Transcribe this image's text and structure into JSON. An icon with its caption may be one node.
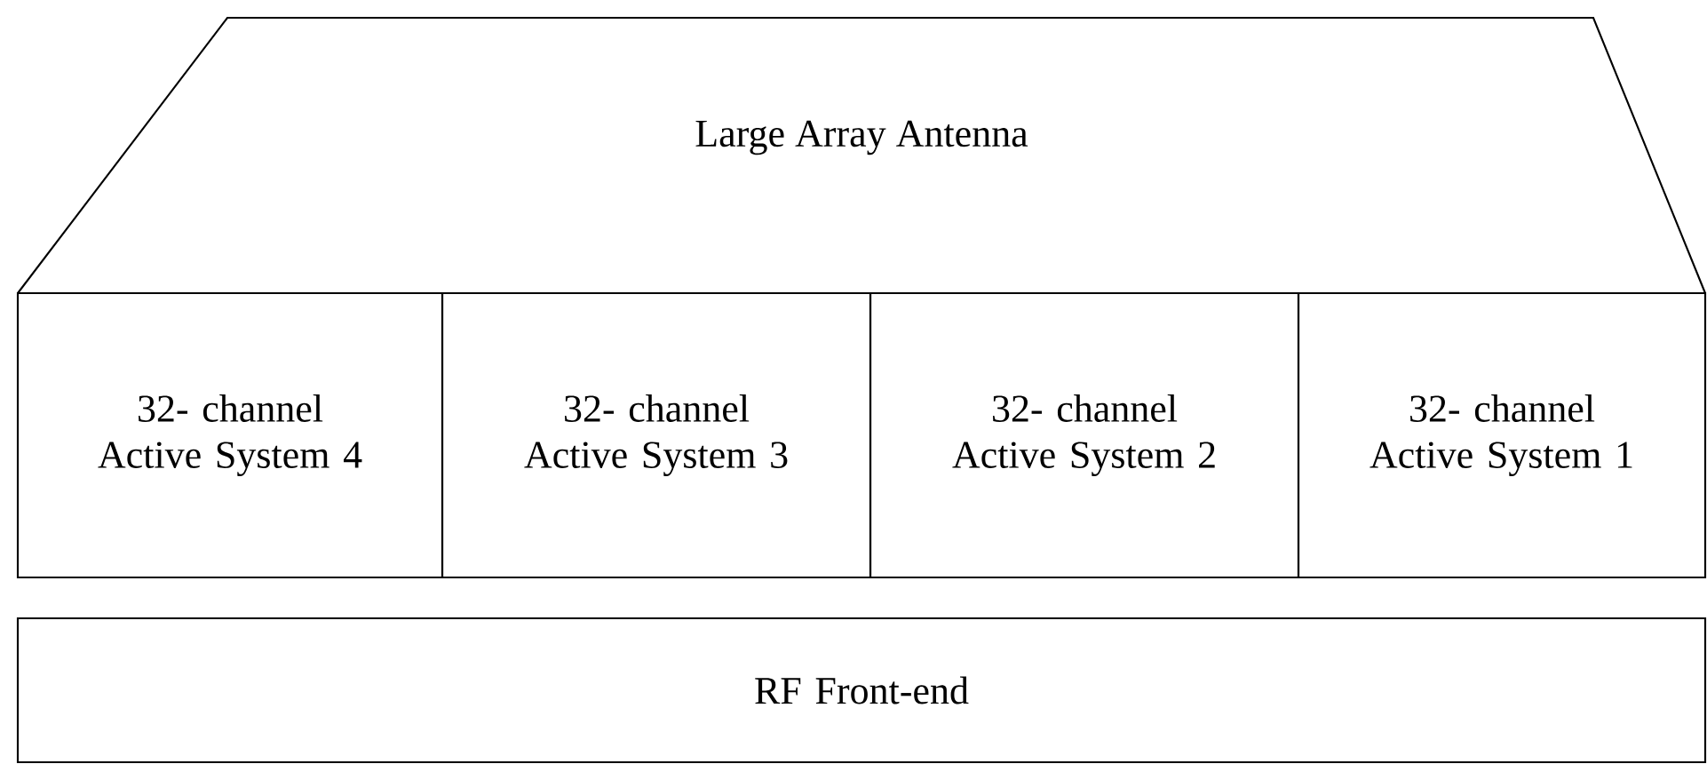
{
  "diagram": {
    "nodes": [
      {
        "text": [
          "Large Array Antenna"
        ]
      },
      {
        "text": [
          "32- channel Active System 4"
        ]
      },
      {
        "text": [
          "32- channel Active System 3"
        ]
      },
      {
        "text": [
          "32- channel Active System 2"
        ]
      },
      {
        "text": [
          "32- channel Active System 1"
        ]
      },
      {
        "text": [
          "RF Front-end"
        ]
      }
    ]
  }
}
